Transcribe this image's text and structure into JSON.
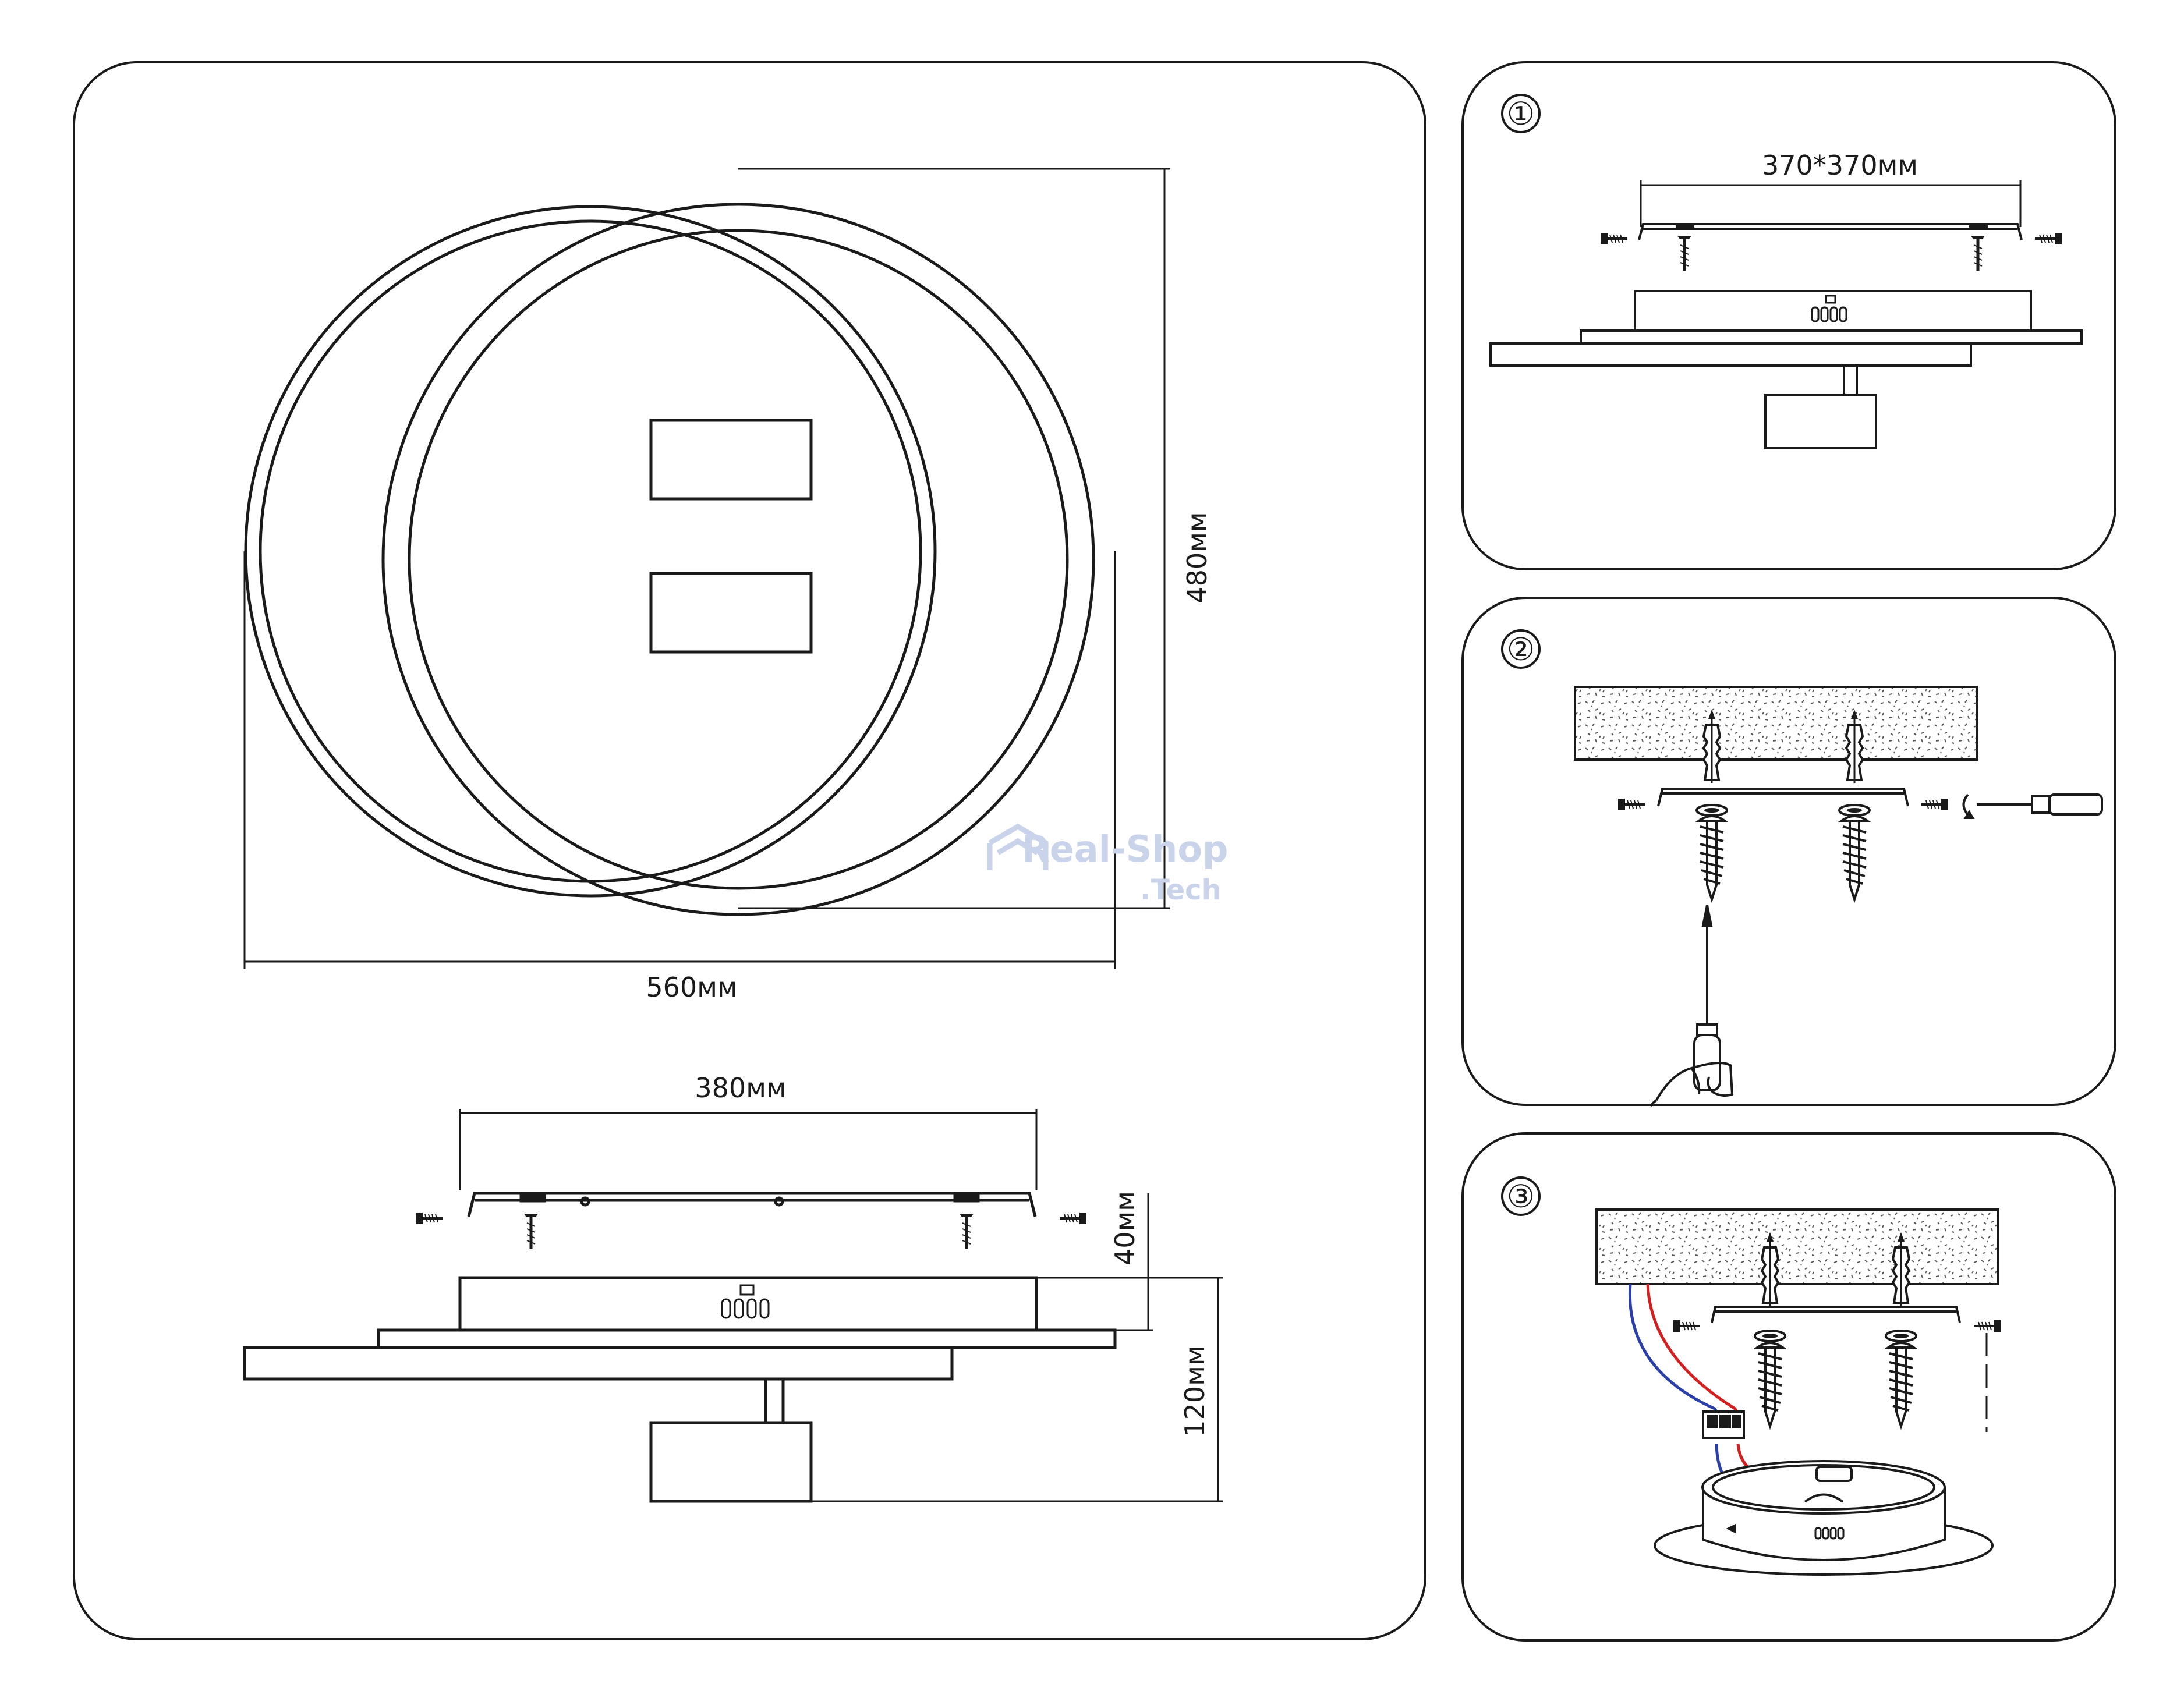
{
  "main": {
    "dim_width": "560мм",
    "dim_height": "480мм",
    "dim_bracket": "380мм",
    "dim_bracket_height": "40мм",
    "dim_total_height": "120мм"
  },
  "watermark": {
    "line1": "Real-Shop",
    "line2": ".Tech"
  },
  "steps": [
    {
      "number": "①",
      "dim": "370*370мм"
    },
    {
      "number": "②"
    },
    {
      "number": "③"
    }
  ],
  "colors": {
    "line": "#1a1a1a",
    "wire_red": "#d42020",
    "wire_blue": "#2a3fa8",
    "watermark": "#c9d3ea"
  }
}
